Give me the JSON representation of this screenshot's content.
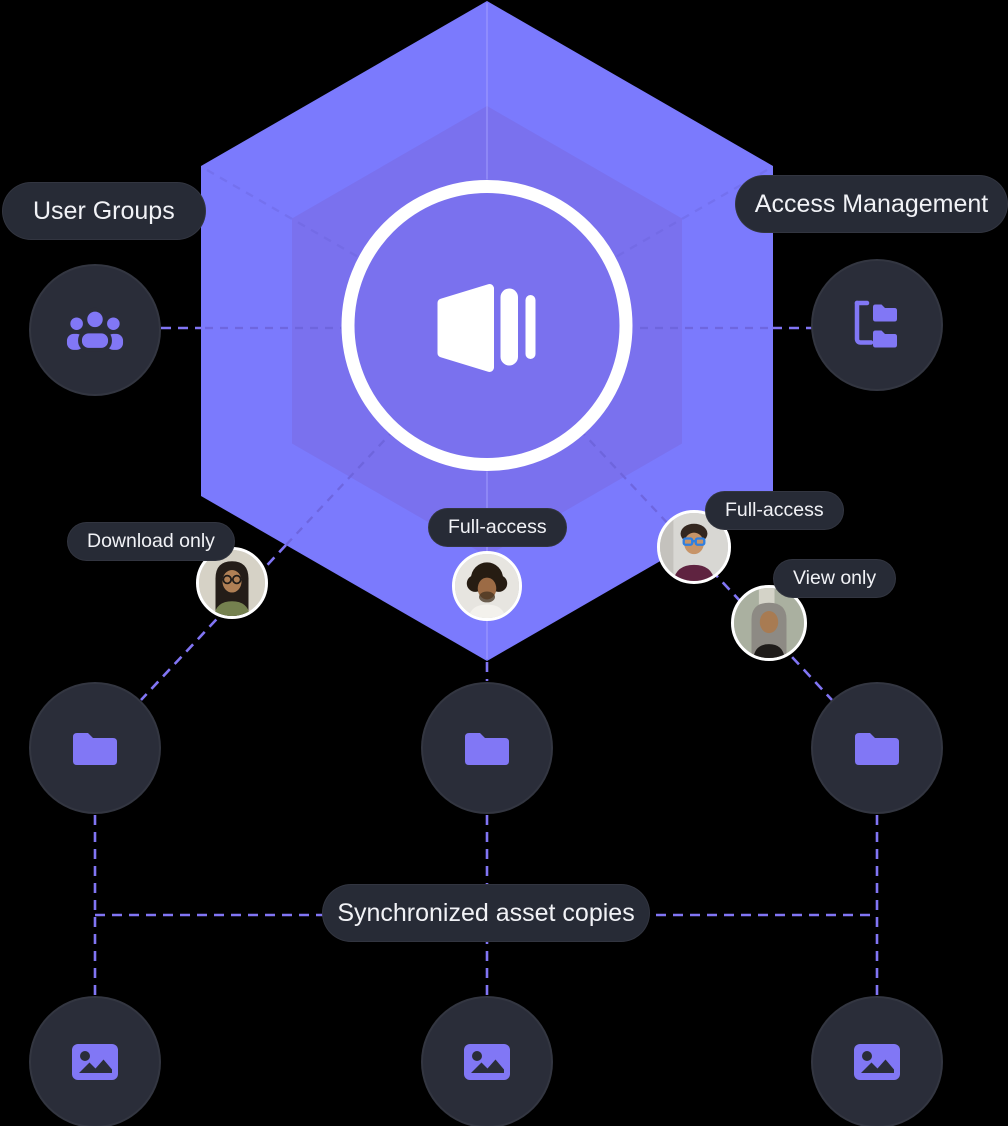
{
  "hub": {
    "logo_icon": "media-play-logo-icon",
    "shape": "hexagon"
  },
  "nodes": {
    "user_groups": {
      "label": "User Groups",
      "icon": "user-group-icon"
    },
    "access_management": {
      "label": "Access Management",
      "icon": "folder-tree-icon"
    }
  },
  "permissions": [
    {
      "label": "Download only",
      "avatar": "woman-long-dark-hair-glasses"
    },
    {
      "label": "Full-access",
      "avatar": "man-curly-hair"
    },
    {
      "label": "Full-access",
      "avatar": "person-blue-glasses"
    },
    {
      "label": "View only",
      "avatar": "woman-gray-hair"
    }
  ],
  "sync": {
    "label": "Synchronized asset copies"
  },
  "folder_nodes": {
    "icon": "folder-icon",
    "count": 3
  },
  "asset_nodes": {
    "icon": "image-icon",
    "count": 3
  },
  "colors": {
    "background": "#000000",
    "hexagon": "#7b7afd",
    "hexagon_inner": "#7a71ee",
    "node_fill": "#2a2d39",
    "pill_fill": "#272b36",
    "icon_purple": "#8177f5",
    "dash_bright": "#8175f4",
    "dash_dark": "#6c63d9",
    "text": "#f1f2f6",
    "logo": "#ffffff"
  }
}
